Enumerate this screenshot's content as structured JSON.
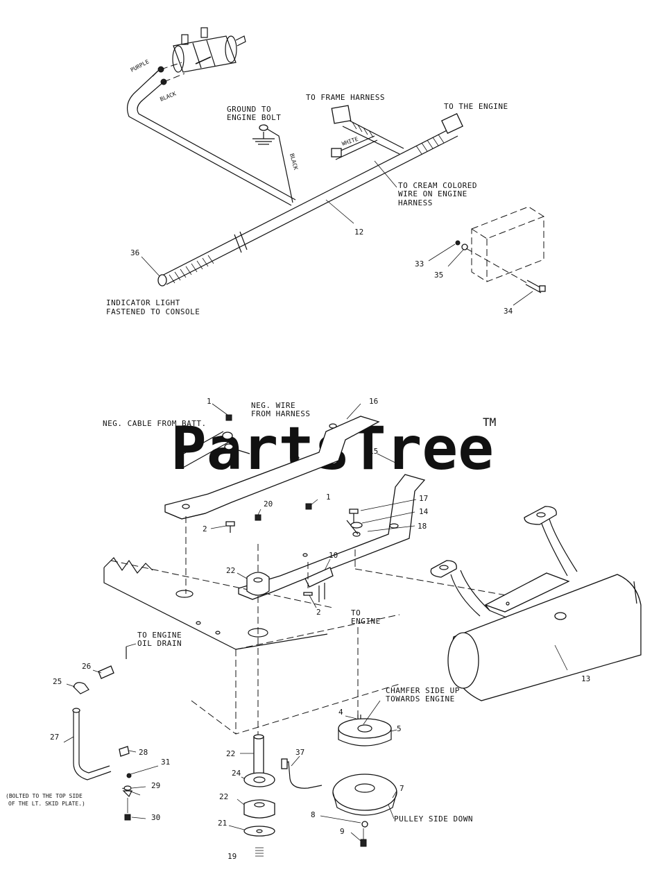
{
  "watermark": {
    "text": "PartsTree",
    "tm": "TM"
  },
  "labels": {
    "to_frame_harness": "TO FRAME HARNESS",
    "to_the_engine": "TO THE ENGINE",
    "ground_line1": "GROUND TO",
    "ground_line2": "ENGINE BOLT",
    "cream_line1": "TO CREAM COLORED",
    "cream_line2": "WIRE ON ENGINE",
    "cream_line3": "HARNESS",
    "indicator_line1": "INDICATOR LIGHT",
    "indicator_line2": "FASTENED TO CONSOLE",
    "neg_cable": "NEG. CABLE FROM BATT.",
    "neg_wire_line1": "NEG. WIRE",
    "neg_wire_line2": "FROM HARNESS",
    "oil_drain_line1": "TO ENGINE",
    "oil_drain_line2": "OIL DRAIN",
    "to_engine_line1": "TO",
    "to_engine_line2": "ENGINE",
    "chamfer_line1": "CHAMFER SIDE UP",
    "chamfer_line2": "TOWARDS ENGINE",
    "pulley_side_down": "PULLEY SIDE DOWN",
    "bolted_line1": "(BOLTED TO THE TOP SIDE",
    "bolted_line2": "OF THE LT. SKID PLATE.)"
  },
  "wire_colors": {
    "purple": "PURPLE",
    "black_top": "BLACK",
    "black_ground": "BLACK",
    "white": "WHITE"
  },
  "parts": {
    "p1a": "1",
    "p1b": "1",
    "p2a": "2",
    "p2b": "2",
    "p4": "4",
    "p5": "5",
    "p7": "7",
    "p8": "8",
    "p9": "9",
    "p10": "10",
    "p12": "12",
    "p13": "13",
    "p14": "14",
    "p15": "15",
    "p16": "16",
    "p17": "17",
    "p18": "18",
    "p19": "19",
    "p20": "20",
    "p21": "21",
    "p22a": "22",
    "p22b": "22",
    "p22c": "22",
    "p24": "24",
    "p25": "25",
    "p26": "26",
    "p27": "27",
    "p28": "28",
    "p29": "29",
    "p30": "30",
    "p31": "31",
    "p33": "33",
    "p34": "34",
    "p35": "35",
    "p36": "36",
    "p37": "37"
  }
}
